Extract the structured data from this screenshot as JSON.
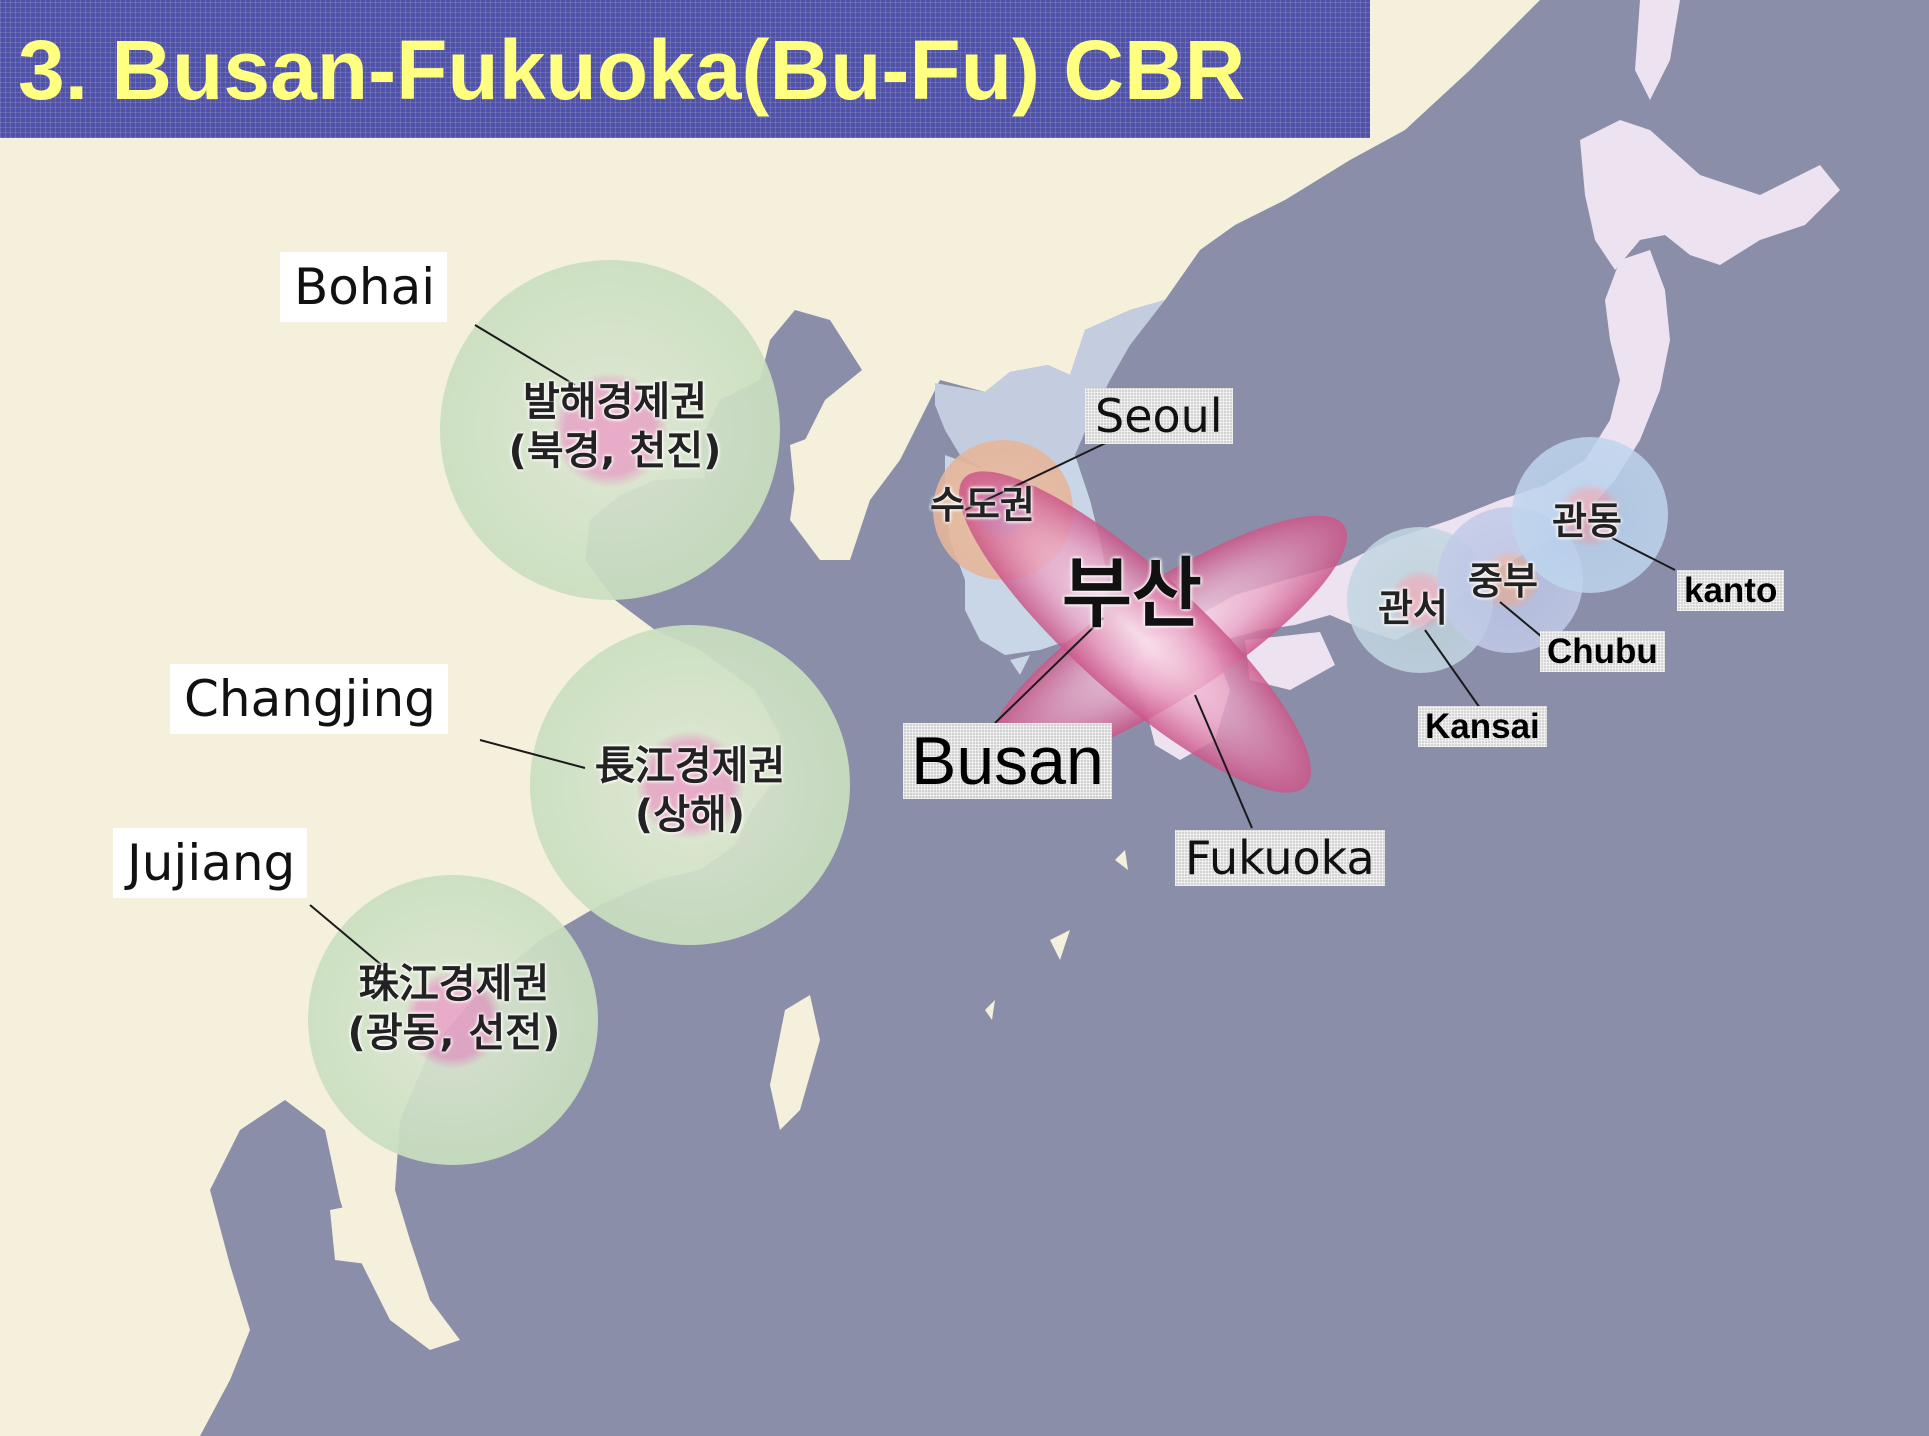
{
  "title": "3. Busan-Fukuoka(Bu-Fu) CBR",
  "colors": {
    "sea": "#8a8ea8",
    "land": "#f5f0dc",
    "korea": "#c8d6e8",
    "north_korea": "#c4cde0",
    "japan": "#ece2f0",
    "zone_outer": "#cde2c3",
    "zone_inner": "#e4a8c4",
    "busan_ellipse": "#d8689a",
    "title_bg": "#5052a8",
    "title_text": "#ffff80"
  },
  "english_labels": {
    "bohai": "Bohai",
    "changjing": "Changjing",
    "jujiang": "Jujiang",
    "seoul": "Seoul",
    "busan": "Busan",
    "fukuoka": "Fukuoka",
    "kanto": "kanto",
    "chubu": "Chubu",
    "kansai": "Kansai"
  },
  "korean_labels": {
    "bohai_line1": "발해경제권",
    "bohai_line2": "(북경, 천진)",
    "changjiang_line1": "長江경제권",
    "changjiang_line2": "(상해)",
    "zhujiang_line1": "珠江경제권",
    "zhujiang_line2": "(광동, 선전)",
    "capital": "수도권",
    "busan": "부산",
    "kanto": "관동",
    "chubu": "중부",
    "kansai": "관서"
  }
}
